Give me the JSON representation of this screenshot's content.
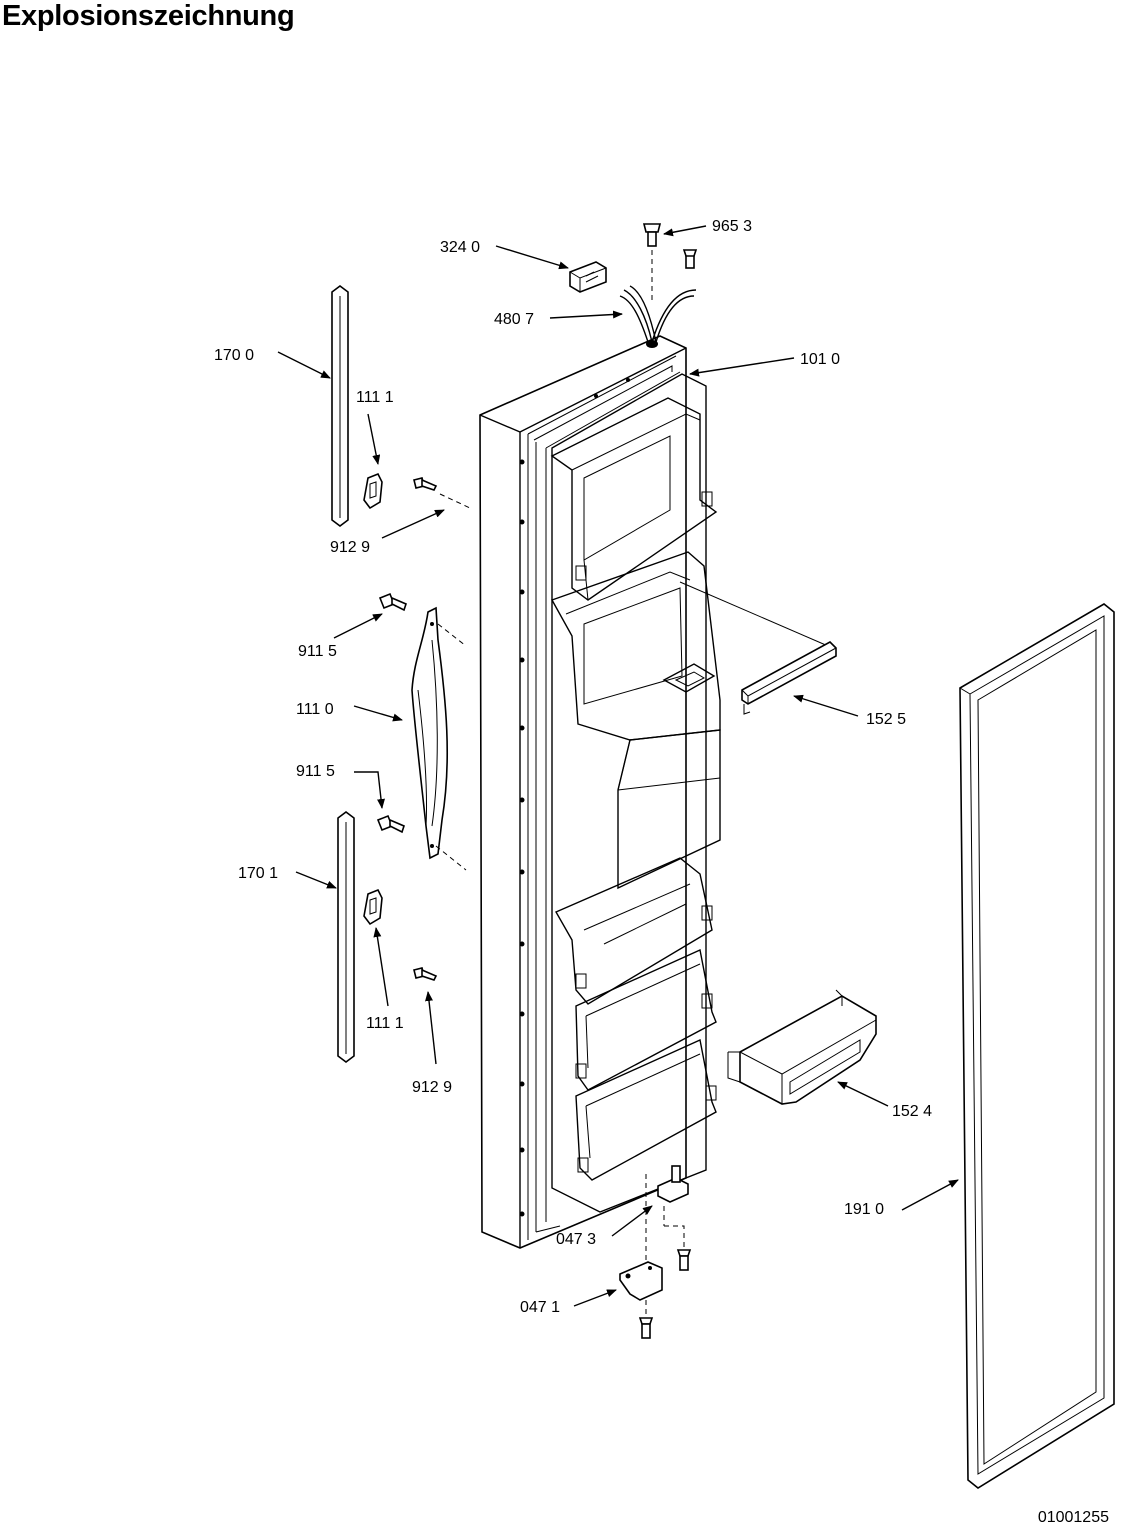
{
  "title": "Explosionszeichnung",
  "document_number": "01001255",
  "callouts": {
    "c9653": "965 3",
    "c3240": "324 0",
    "c4807": "480 7",
    "c1010": "101 0",
    "c1700": "170  0",
    "c1111a": "111 1",
    "c9129a": "912 9",
    "c9115a": "911 5",
    "c1110": "111 0",
    "c9115b": "911 5",
    "c1701": "170 1",
    "c1111b": "111  1",
    "c9129b": "912 9",
    "c1525": "152 5",
    "c1524": "152 4",
    "c1910": "191 0",
    "c0473": "047 3",
    "c0471": "047 1"
  }
}
